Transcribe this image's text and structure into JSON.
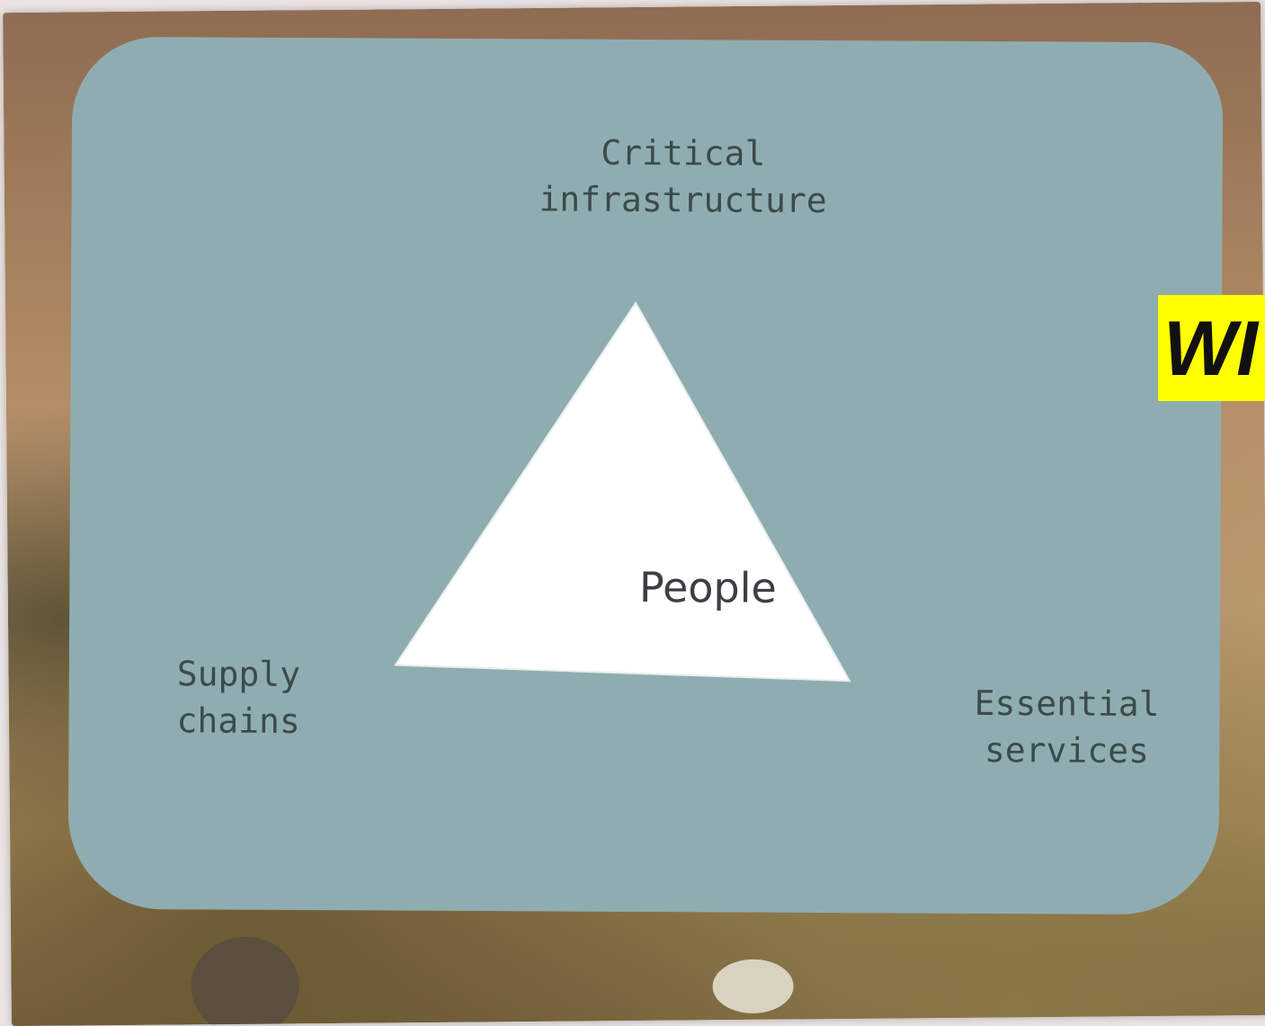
{
  "diagram": {
    "center_label": "People",
    "top_label": "Critical\ninfrastructure",
    "left_label": "Supply\nchains",
    "right_label": "Essential\nservices"
  },
  "banner": {
    "text": "WI"
  },
  "colors": {
    "card": "#8fadb0",
    "triangle": "#ffffff",
    "banner": "#ffff00",
    "label_text": "#3c4a4c"
  }
}
